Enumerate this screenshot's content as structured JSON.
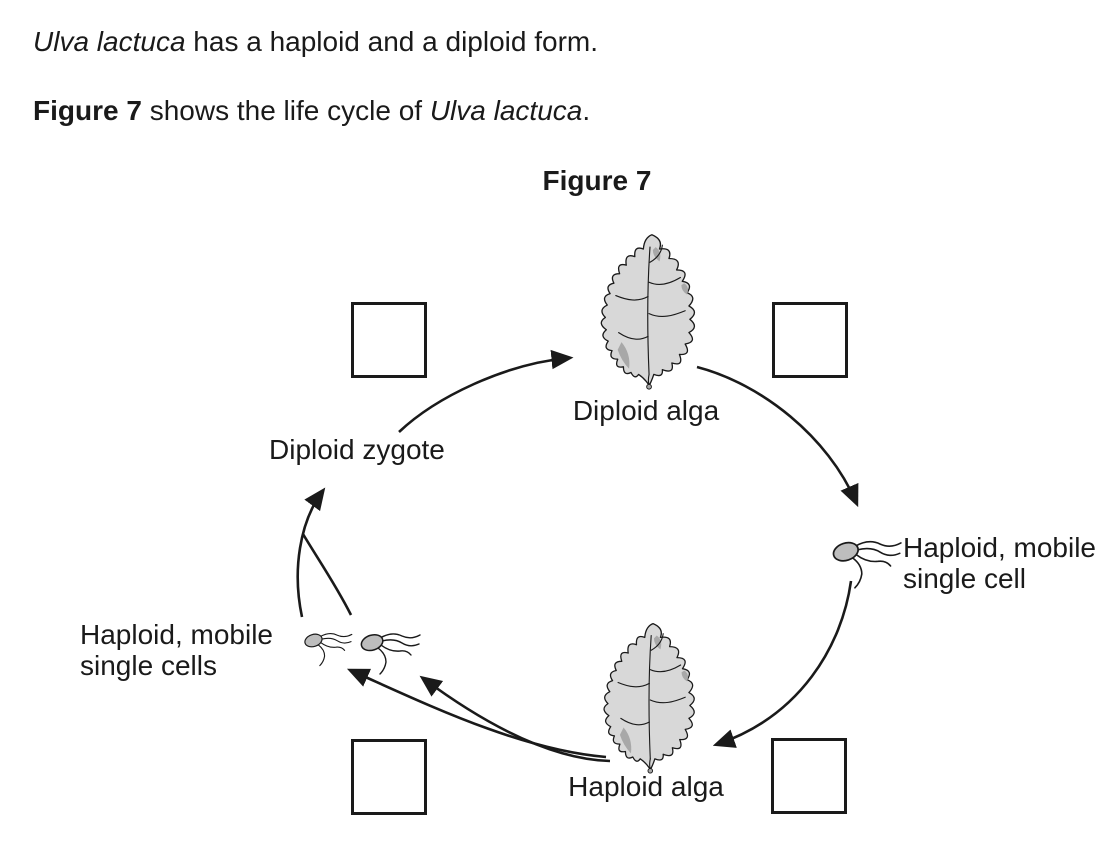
{
  "page": {
    "intro_line1": {
      "species": "Ulva lactuca",
      "text": " has a haploid and a diploid form."
    },
    "intro_line2": {
      "figure_ref": "Figure 7",
      "text_mid": " shows the life cycle of ",
      "species": "Ulva lactuca",
      "text_end": "."
    },
    "figure_title": "Figure 7"
  },
  "diagram": {
    "labels": {
      "diploid_alga": "Diploid alga",
      "diploid_zygote": "Diploid zygote",
      "haploid_single_cell_line1": "Haploid, mobile",
      "haploid_single_cell_line2": "single cell",
      "haploid_single_cells_line1": "Haploid, mobile",
      "haploid_single_cells_line2": "single cells",
      "haploid_alga": "Haploid alga"
    },
    "icons": {
      "diploid_alga_icon": "sea-lettuce-thallus",
      "haploid_alga_icon": "sea-lettuce-thallus",
      "single_cell_icons": "flagellated-cell"
    },
    "answer_boxes_count": 4,
    "colors": {
      "line": "#1a1a1a",
      "alga_fill": "#d8d8d8",
      "alga_shade": "#a8a8a8",
      "cell_fill": "#bdbdbd"
    }
  }
}
